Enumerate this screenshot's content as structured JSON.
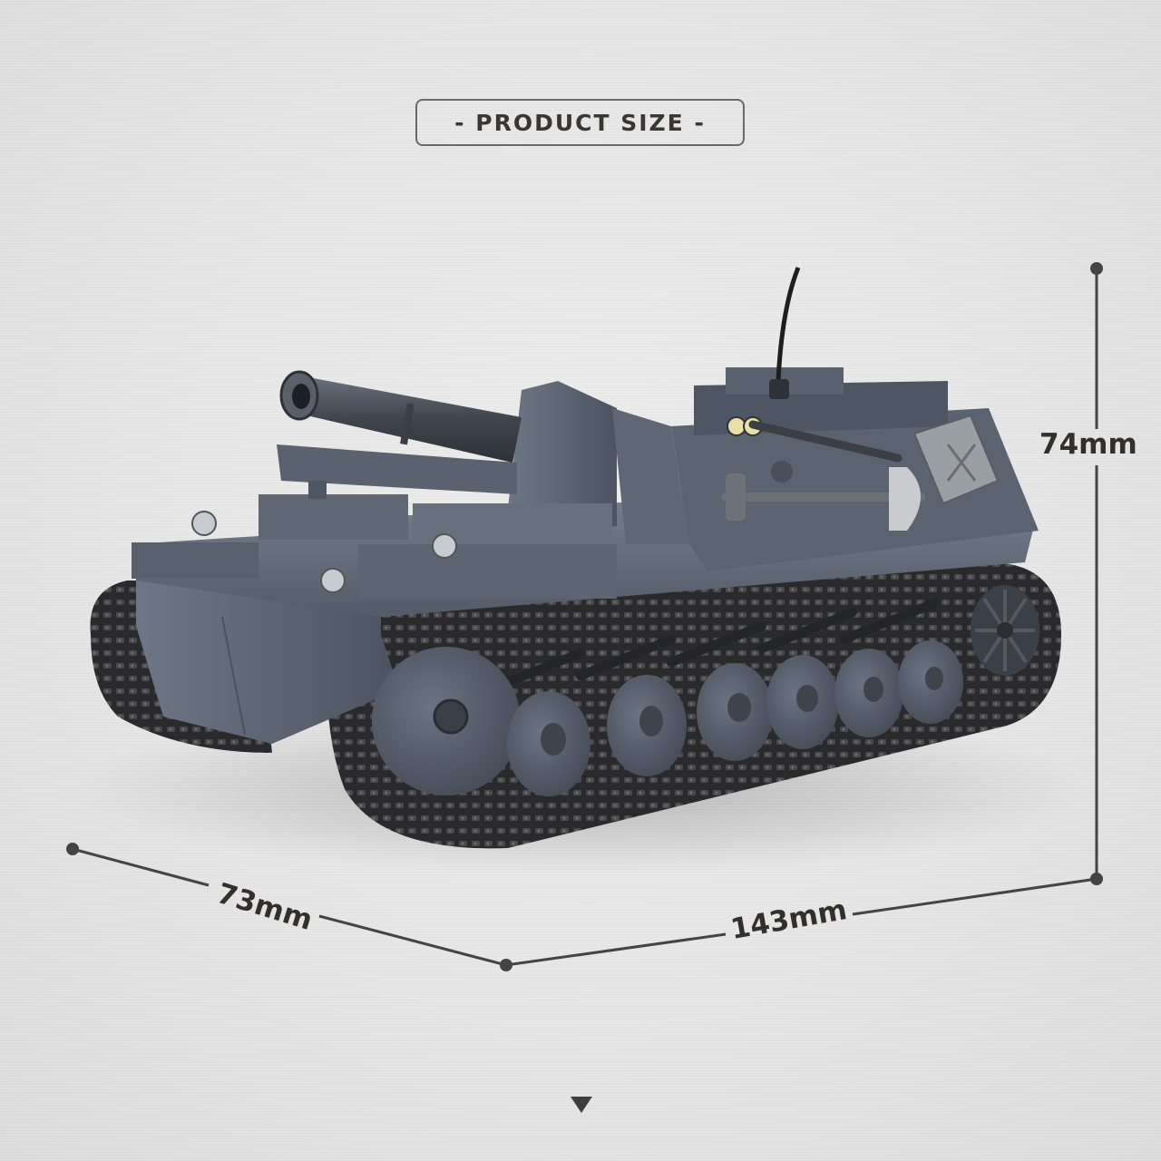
{
  "header": {
    "title": "- PRODUCT SIZE -"
  },
  "dimensions": {
    "height": {
      "label": "74mm",
      "value": 74,
      "unit": "mm"
    },
    "width": {
      "label": "73mm",
      "value": 73,
      "unit": "mm"
    },
    "length": {
      "label": "143mm",
      "value": 143,
      "unit": "mm"
    }
  },
  "product": {
    "description": "Grey brick-built self-propelled howitzer tank model",
    "body_color": "#5f6877",
    "track_color": "#2b2b2d",
    "accent_color": "#e8e0a8"
  },
  "footer": {
    "icon": "down-arrow-icon"
  },
  "colors": {
    "background": "#e6e6e6",
    "line": "#444444",
    "text": "#332f2f"
  }
}
